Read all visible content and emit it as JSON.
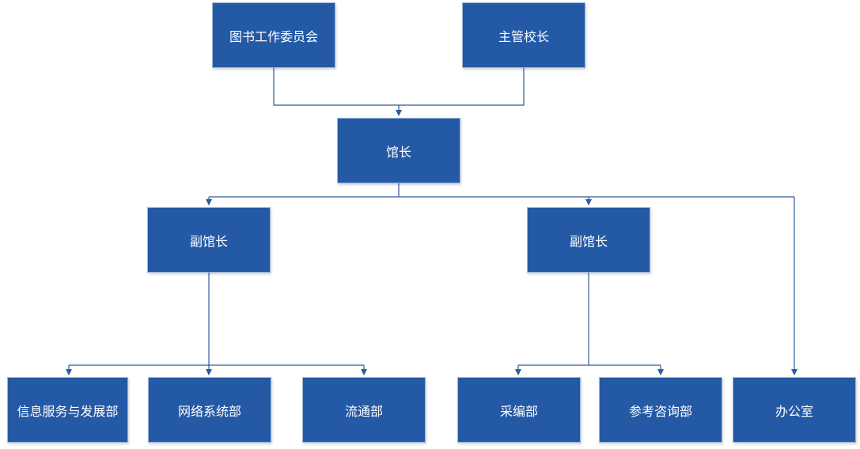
{
  "nodes": {
    "committee": "图书工作委员会",
    "principal": "主管校长",
    "director": "馆长",
    "deputy_left": "副馆长",
    "deputy_right": "副馆长",
    "info_services": "信息服务与发展部",
    "network_systems": "网络系统部",
    "circulation": "流通部",
    "acquisitions": "采编部",
    "reference": "参考咨询部",
    "office": "办公室"
  },
  "colors": {
    "box_fill": "#2459a6",
    "box_text": "#ffffff",
    "connector": "#2e5b9a"
  }
}
